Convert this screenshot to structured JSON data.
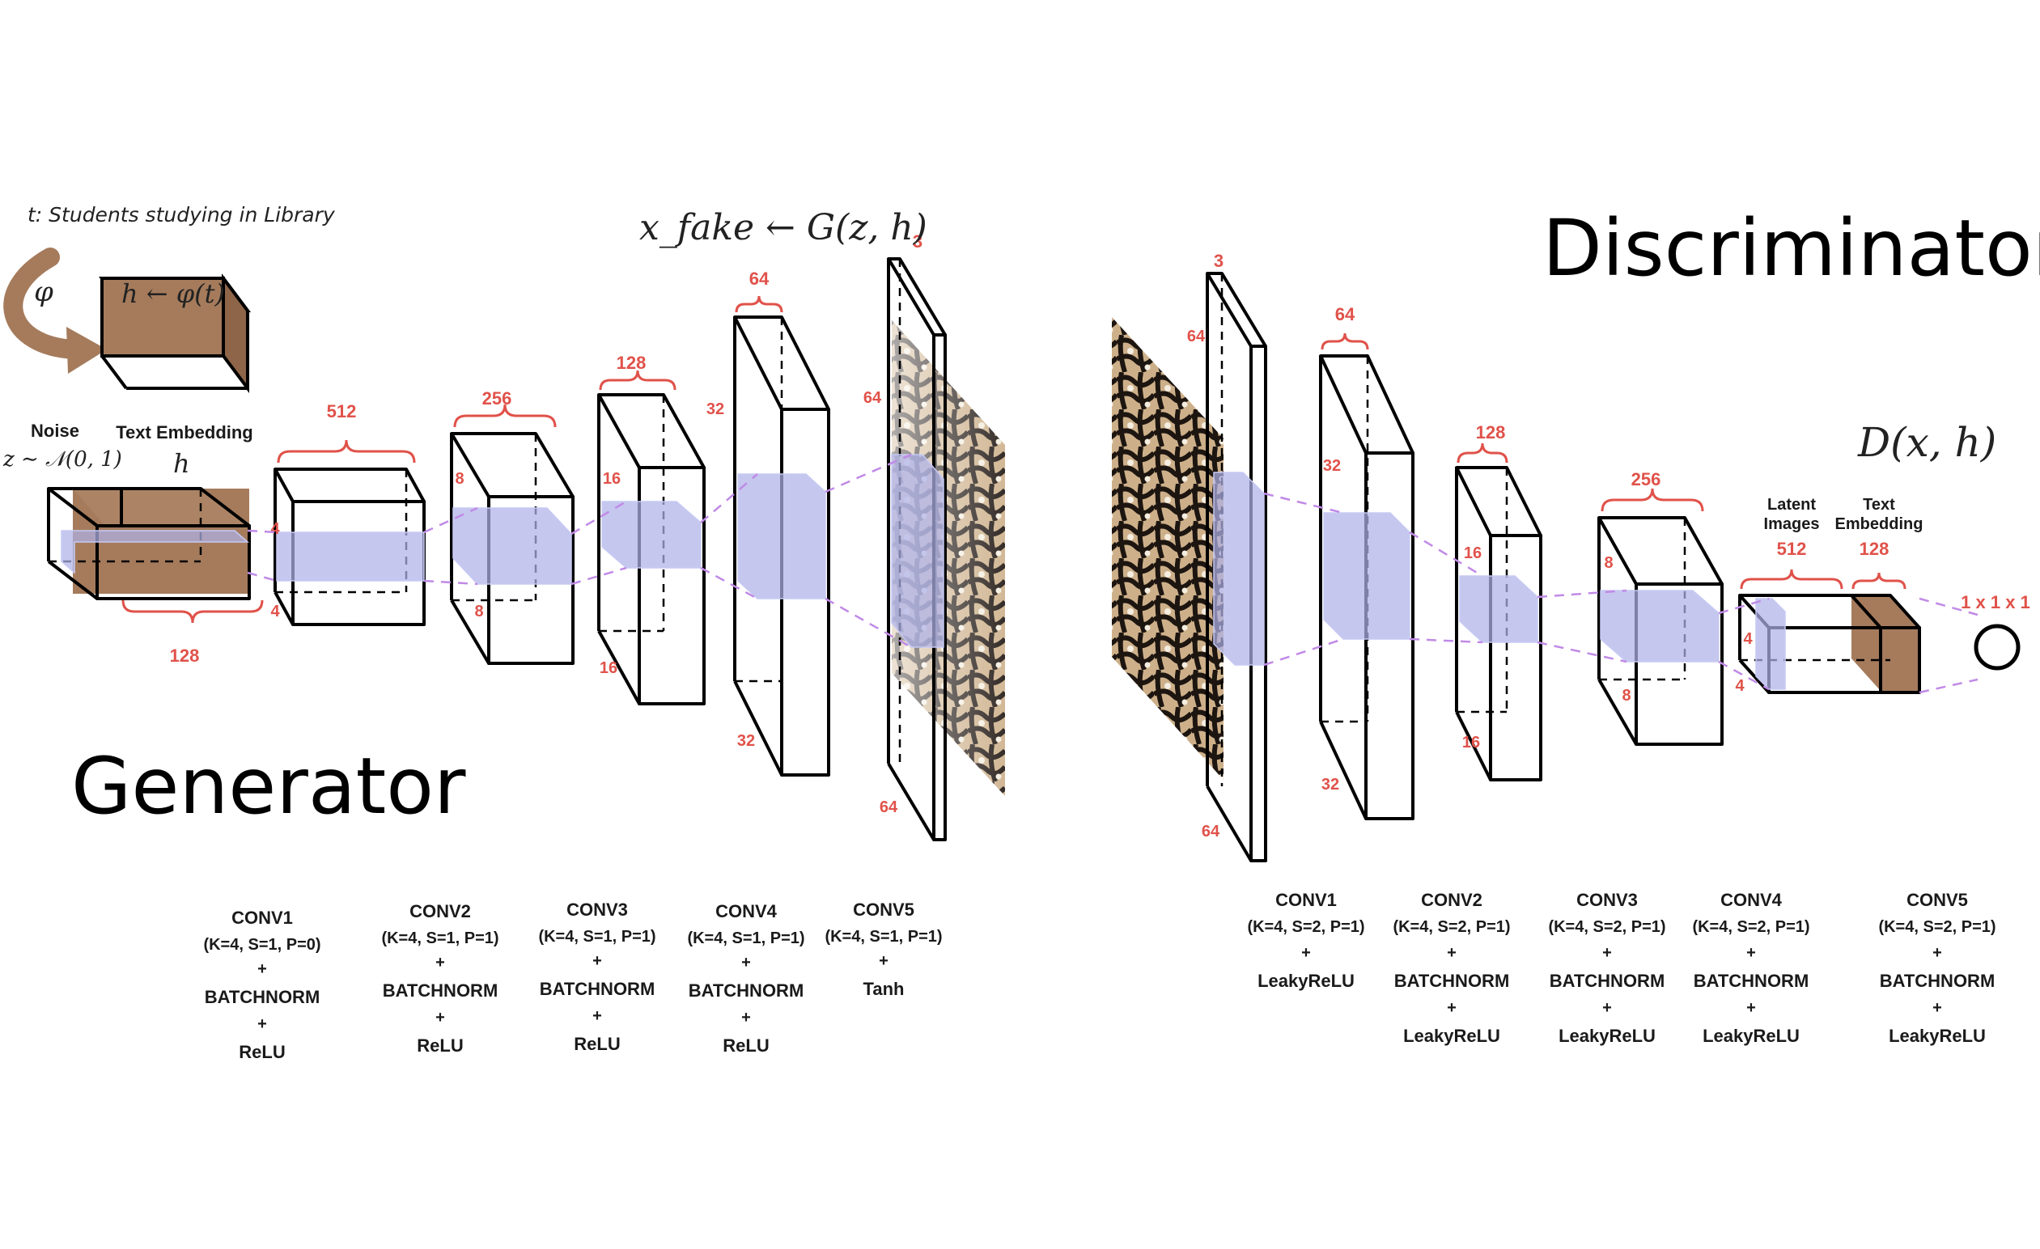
{
  "generator": {
    "title": "Generator",
    "prompt": "t: Students studying in Library",
    "phi": "φ",
    "embed_box": "h ← φ(t)",
    "noise_label": "Noise",
    "noise_formula": "z ∼ 𝒩(0, 1)",
    "text_embedding_label": "Text Embedding",
    "h_symbol": "h",
    "output_formula": "x_fake ← G(z, h)",
    "input_dims": {
      "depth": "128"
    },
    "blocks": [
      {
        "id": "conv1",
        "top": "512",
        "h1": "4",
        "h2": "4"
      },
      {
        "id": "conv2",
        "top": "256",
        "h1": "8",
        "h2": "8"
      },
      {
        "id": "conv3",
        "top": "128",
        "h1": "16",
        "h2": "16"
      },
      {
        "id": "conv4",
        "top": "64",
        "h1": "32",
        "h2": "32"
      },
      {
        "id": "conv5",
        "top": "3",
        "h1": "64",
        "h2": "64"
      }
    ],
    "layers": [
      {
        "name": "CONV1",
        "params": "(K=4, S=1, P=0)",
        "plus1": "+",
        "op1": "BATCHNORM",
        "plus2": "+",
        "op2": "ReLU"
      },
      {
        "name": "CONV2",
        "params": "(K=4, S=1, P=1)",
        "plus1": "+",
        "op1": "BATCHNORM",
        "plus2": "+",
        "op2": "ReLU"
      },
      {
        "name": "CONV3",
        "params": "(K=4, S=1, P=1)",
        "plus1": "+",
        "op1": "BATCHNORM",
        "plus2": "+",
        "op2": "ReLU"
      },
      {
        "name": "CONV4",
        "params": "(K=4, S=1, P=1)",
        "plus1": "+",
        "op1": "BATCHNORM",
        "plus2": "+",
        "op2": "ReLU"
      },
      {
        "name": "CONV5",
        "params": "(K=4, S=1, P=1)",
        "plus1": "+",
        "op1": "Tanh"
      }
    ]
  },
  "discriminator": {
    "title": "Discriminator",
    "output_formula": "D(x, h)",
    "latent_label_1": "Latent",
    "latent_label_2": "Images",
    "text_label_1": "Text",
    "text_label_2": "Embedding",
    "output_size": "1 x 1 x 1",
    "blocks": [
      {
        "id": "d1",
        "top": "3",
        "h1": "64",
        "h2": "64"
      },
      {
        "id": "d2",
        "top": "64",
        "h1": "32",
        "h2": "32"
      },
      {
        "id": "d3",
        "top": "128",
        "h1": "16",
        "h2": "16"
      },
      {
        "id": "d4",
        "top": "256",
        "h1": "8",
        "h2": "8"
      },
      {
        "id": "d5",
        "top": "512",
        "top2": "128",
        "h1": "4",
        "h2": "4"
      }
    ],
    "layers": [
      {
        "name": "CONV1",
        "params": "(K=4, S=2, P=1)",
        "plus1": "+",
        "op1": "LeakyReLU"
      },
      {
        "name": "CONV2",
        "params": "(K=4, S=2, P=1)",
        "plus1": "+",
        "op1": "BATCHNORM",
        "plus2": "+",
        "op2": "LeakyReLU"
      },
      {
        "name": "CONV3",
        "params": "(K=4, S=2, P=1)",
        "plus1": "+",
        "op1": "BATCHNORM",
        "plus2": "+",
        "op2": "LeakyReLU"
      },
      {
        "name": "CONV4",
        "params": "(K=4, S=2, P=1)",
        "plus1": "+",
        "op1": "BATCHNORM",
        "plus2": "+",
        "op2": "LeakyReLU"
      },
      {
        "name": "CONV5",
        "params": "(K=4, S=2, P=1)",
        "plus1": "+",
        "op1": "BATCHNORM",
        "plus2": "+",
        "op2": "LeakyReLU"
      }
    ]
  },
  "colors": {
    "dimension_text": "#e0524a",
    "embedding_fill": "#a57b5c",
    "kernel_fill": "#aeb2e8",
    "connector": "#c08ae6"
  }
}
